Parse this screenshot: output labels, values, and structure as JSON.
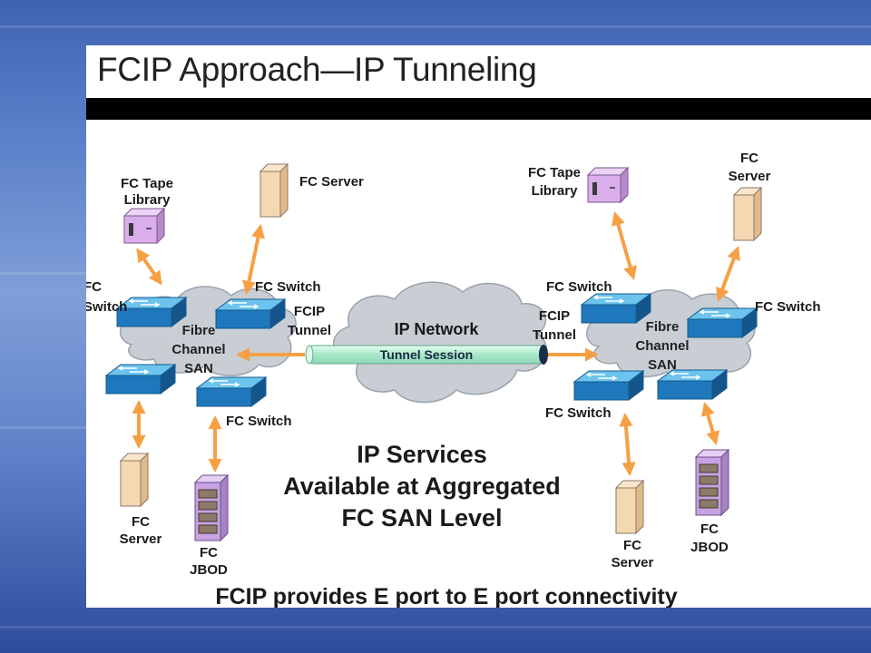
{
  "slide": {
    "title": "FCIP Approach—IP Tunneling",
    "footer": "FCIP provides E port to E port connectivity",
    "services_lines": [
      "IP Services",
      "Available at Aggregated",
      "FC SAN Level"
    ]
  },
  "network": {
    "cloud_label": "IP Network",
    "tunnel_session": "Tunnel Session",
    "fcip_tunnel": [
      "FCIP",
      "Tunnel"
    ]
  },
  "left_site": {
    "san_label": [
      "Fibre",
      "Channel",
      "SAN"
    ],
    "tape_library": [
      "FC Tape",
      "Library"
    ],
    "server_top": "FC Server",
    "switch_top_left": [
      "FC",
      "Switch"
    ],
    "switch_top_right": "FC Switch",
    "switch_bottom": "FC Switch",
    "server_bottom": [
      "FC",
      "Server"
    ],
    "jbod": [
      "FC",
      "JBOD"
    ]
  },
  "right_site": {
    "san_label": [
      "Fibre",
      "Channel",
      "SAN"
    ],
    "tape_library": [
      "FC Tape",
      "Library"
    ],
    "server_top": [
      "FC",
      "Server"
    ],
    "switch_top_left": "FC Switch",
    "switch_right": "FC Switch",
    "switch_bottom": "FC Switch",
    "server_bottom": [
      "FC",
      "Server"
    ],
    "jbod": [
      "FC",
      "JBOD"
    ]
  },
  "colors": {
    "arrow": "#f5a045",
    "switch_top": "#4aa6e0",
    "switch_side": "#1d6fae",
    "cloud": "#c8ced4",
    "server": "#f4d9b4",
    "tape": "#d8b0e8",
    "jbod": "#c9a6e3",
    "tunnel": "#b5ecd2",
    "title_bar": "#000000"
  }
}
